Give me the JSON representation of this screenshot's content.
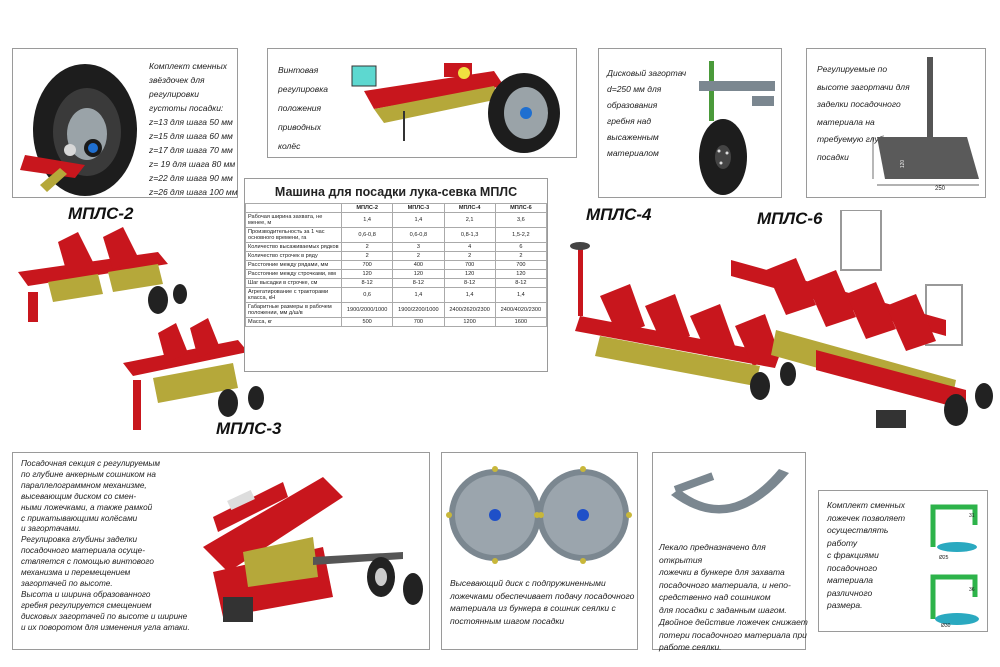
{
  "models": {
    "m2": "МПЛС-2",
    "m3": "МПЛС-3",
    "m4": "МПЛС-4",
    "m6": "МПЛС-6"
  },
  "sprockets": {
    "lines": [
      "Комплект сменных",
      "звёздочек для",
      "регулировки",
      "густоты посадки:",
      "z=13 для шага 50 мм",
      "z=15 для шага 60 мм",
      "z=17 для шага 70 мм",
      "z= 19 для шага 80 мм",
      "z=22 для шага 90 мм",
      "z=26 для шага 100 мм"
    ]
  },
  "screw": {
    "lines": [
      "Винтовая",
      "регулировка",
      "положения",
      "приводных",
      "колёс"
    ]
  },
  "disk": {
    "lines": [
      "Дисковый загортач",
      "d=250 мм для",
      "образования",
      "гребня над",
      "высаженным",
      "материалом"
    ]
  },
  "adjust": {
    "lines": [
      "Регулируемые по",
      "высоте загортачи для",
      "заделки посадочного",
      "материала на",
      "требуемую глубину",
      "посадки"
    ],
    "dim_height": "120",
    "dim_width": "250"
  },
  "spec": {
    "title": "Машина для посадки лука-севка МПЛС",
    "columns": [
      "",
      "МПЛС-2",
      "МПЛС-3",
      "МПЛС-4",
      "МПЛС-6"
    ],
    "rows": [
      [
        "Рабочая ширина захвата, не менее, м",
        "1,4",
        "1,4",
        "2,1",
        "3,6"
      ],
      [
        "Производительность за 1 час основного времени, га",
        "0,6-0,8",
        "0,6-0,8",
        "0,8-1,3",
        "1,5-2,2"
      ],
      [
        "Количество высаживаемых рядков",
        "2",
        "3",
        "4",
        "6"
      ],
      [
        "Количество строчек в ряду",
        "2",
        "2",
        "2",
        "2"
      ],
      [
        "Расстояние между рядами, мм",
        "700",
        "400",
        "700",
        "700"
      ],
      [
        "Расстояние между строчками, мм",
        "120",
        "120",
        "120",
        "120"
      ],
      [
        "Шаг высадки в строчке, см",
        "8-12",
        "8-12",
        "8-12",
        "8-12"
      ],
      [
        "Агрегатирование с тракторами класса, кН",
        "0,6",
        "1,4",
        "1,4",
        "1,4"
      ],
      [
        "Габаритные размеры в рабочем положении, мм д/ш/в",
        "1900/2000/1000",
        "1900/2200/1000",
        "2400/2620/2300",
        "2400/4020/2300"
      ],
      [
        "Масса, кг",
        "500",
        "700",
        "1200",
        "1600"
      ]
    ]
  },
  "section": {
    "lines": [
      "Посадочная секция с регулируемым",
      "по глубине анкерным сошником на",
      "параллелограммном механизме,",
      "высевающим диском со смен-",
      "ными ложечками, а также рамкой",
      "с прикатывающими колёсами",
      "и загортачами.",
      "Регулировка глубины заделки",
      "посадочного материала осуще-",
      "ствляется с помощью винтового",
      "механизма и перемещением",
      "загортачей по высоте.",
      "Высота и ширина образованного",
      "гребня регулируется смещением",
      "дисковых загортачей по высоте и ширине",
      "и их поворотом для изменения угла атаки."
    ]
  },
  "seeding_disk": {
    "lines": [
      "Высевающий диск с подпружиненными",
      "ложечками обеспечивает подачу посадочного",
      "материала из бункера в сошник сеялки с",
      "постоянным шагом посадки"
    ]
  },
  "template": {
    "lines": [
      "Лекало предназначено для открытия",
      "ложечки в бункере для захвата",
      "посадочного материала, и непо-",
      "средственно над сошником",
      "для посадки с заданным шагом.",
      "Двойное действие ложечек снижает",
      "потери посадочного материала при",
      "работе сеялки."
    ]
  },
  "spoons": {
    "lines": [
      "Комплект сменных",
      "ложечек позволяет",
      "осуществлять работу",
      "с фракциями",
      "посадочного",
      "материала",
      "различного",
      "размера."
    ],
    "dim1": "31",
    "dim2": "36",
    "d1": "Ø25",
    "d2": "Ø30"
  },
  "colors": {
    "red": "#c8161d",
    "olive": "#b5a83a",
    "steel": "#7b8790",
    "dark": "#2a2a2a"
  }
}
